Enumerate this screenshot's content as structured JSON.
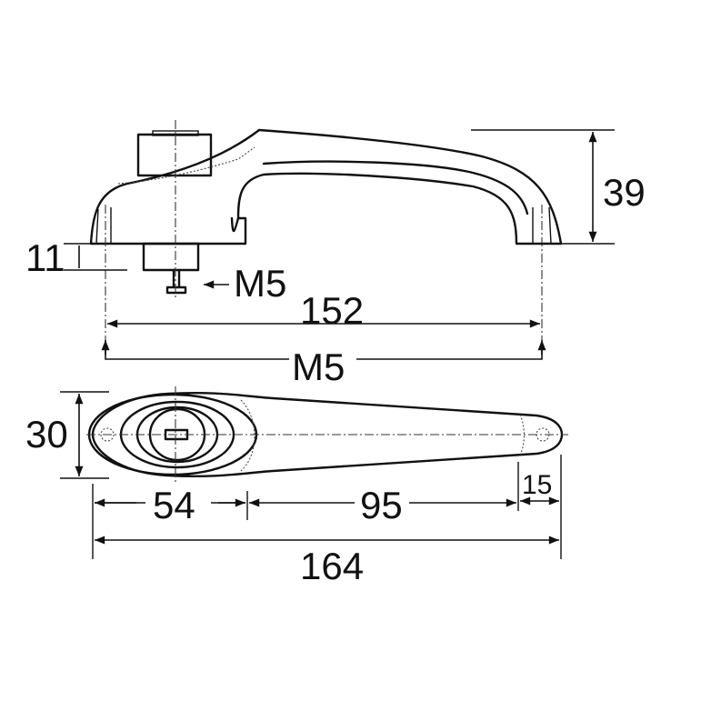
{
  "side_view": {
    "height_label": "39",
    "base_height_label": "11",
    "screw_label": "M5",
    "screw_arrow": "←-",
    "hole_spacing_label": "152",
    "fixing_label": "M5"
  },
  "plan_view": {
    "width_label": "30",
    "rosette_label": "54",
    "lever_label": "95",
    "tip_label": "15",
    "overall_label": "164"
  }
}
